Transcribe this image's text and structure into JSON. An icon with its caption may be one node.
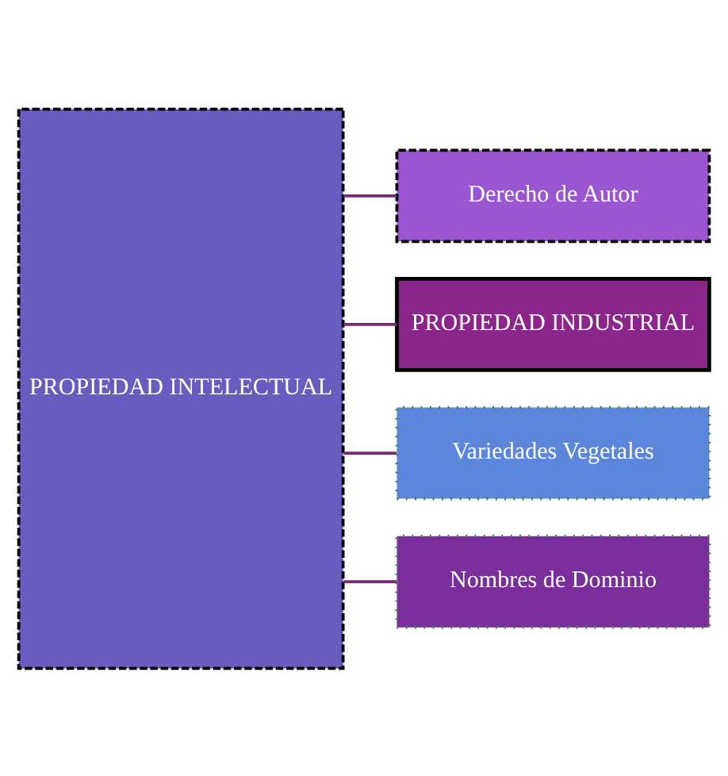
{
  "diagram": {
    "nodes": [
      {
        "text": [
          "PROPIEDAD INTELECTUAL"
        ]
      },
      {
        "text": [
          "Derecho de Autor"
        ]
      },
      {
        "text": [
          "PROPIEDAD INDUSTRIAL"
        ]
      },
      {
        "text": [
          "Variedades Vegetales"
        ]
      },
      {
        "text": [
          "Nombres de Dominio"
        ]
      }
    ],
    "edges": [
      {
        "from": 0,
        "to": 1,
        "arrow": "none"
      },
      {
        "from": 0,
        "to": 2,
        "arrow": "none"
      },
      {
        "from": 0,
        "to": 3,
        "arrow": "none"
      },
      {
        "from": 0,
        "to": 4,
        "arrow": "none"
      }
    ]
  }
}
